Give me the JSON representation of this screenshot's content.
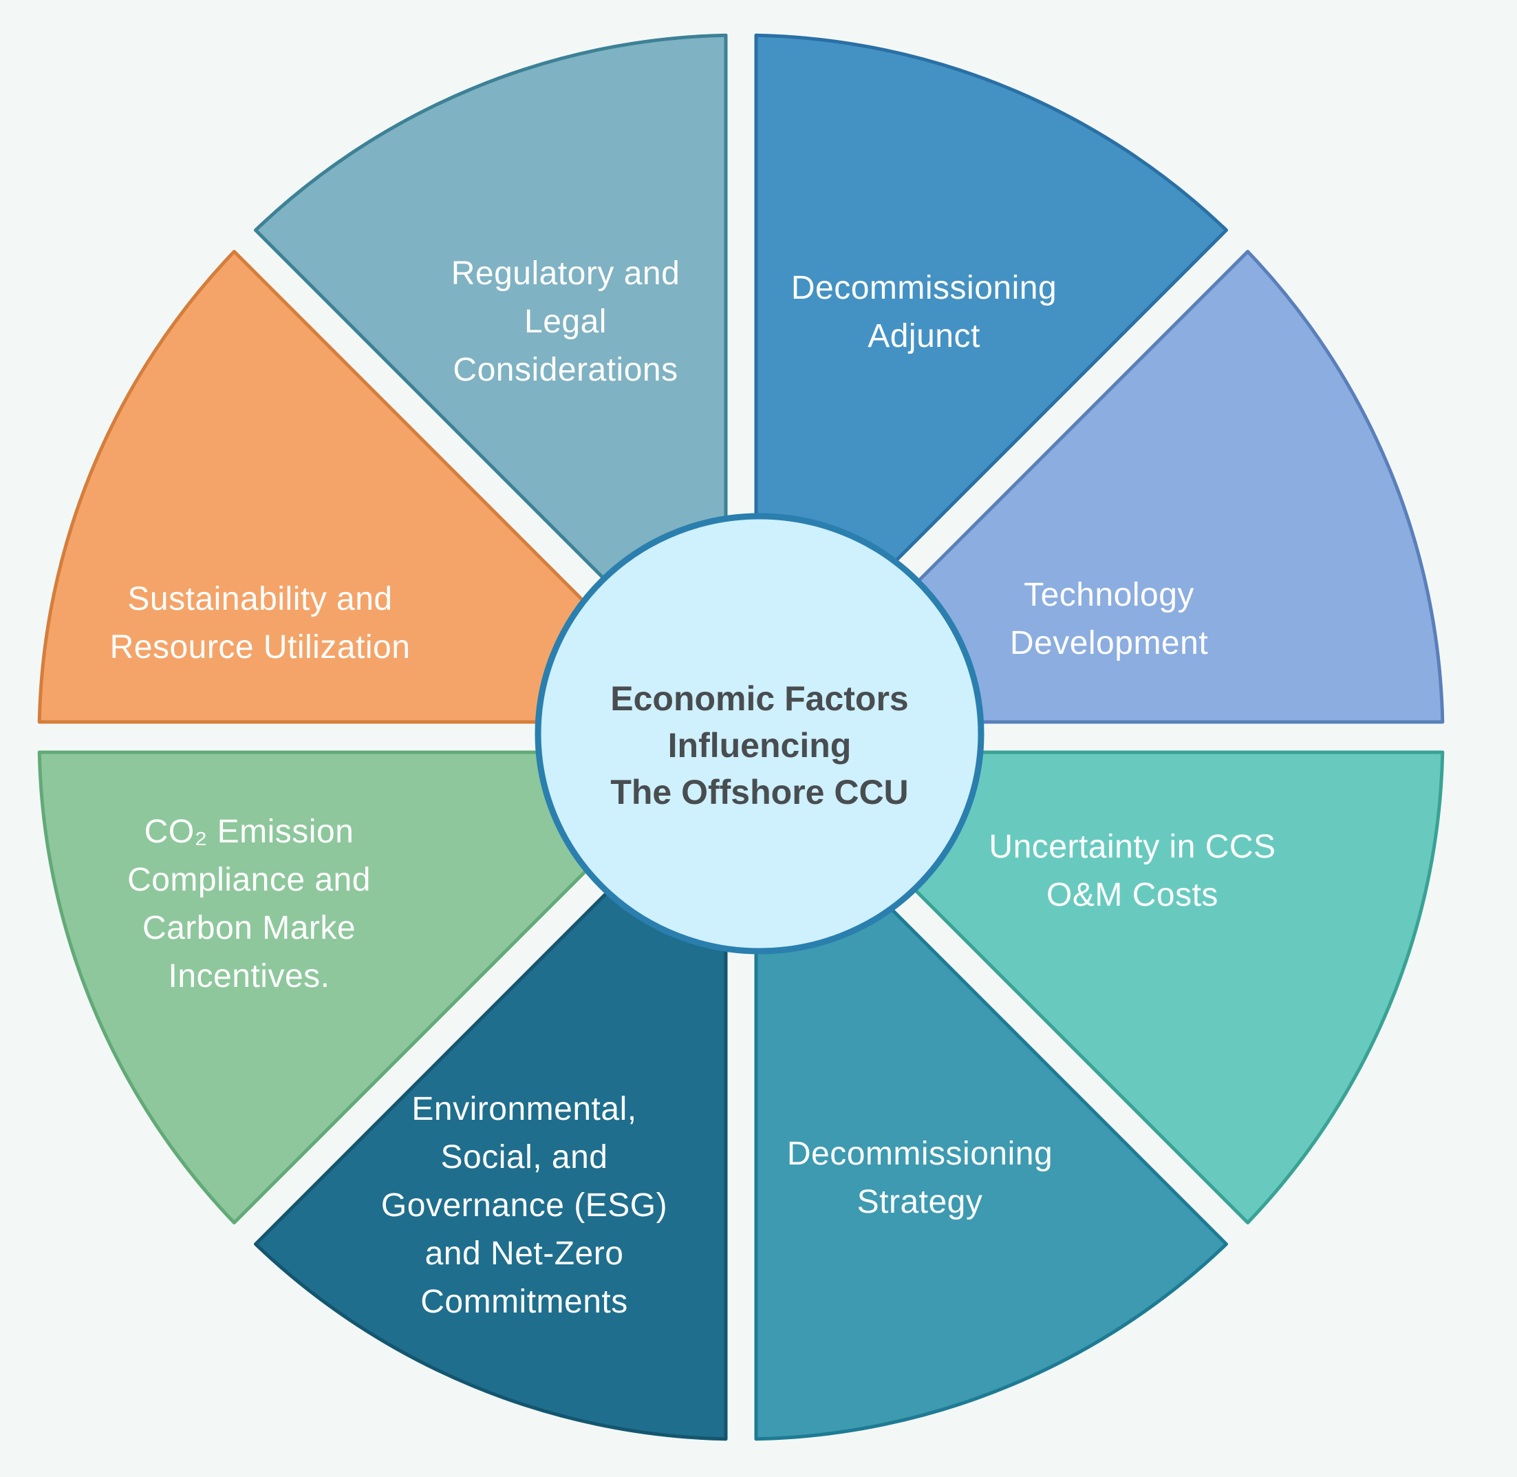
{
  "page": {
    "background_color": "#f3f8f7"
  },
  "wheel": {
    "center": {
      "title": "Economic Factors\nInfluencing\nThe Offshore CCU",
      "fill_color": "#cff0fd",
      "border_color": "#2a7fae",
      "title_color": "#484d50"
    },
    "segments": [
      {
        "id": "decommissioning-adjunct",
        "label": "Decommissioning\nAdjunct",
        "fill_color": "#4492c3",
        "border_color": "#2a70a5",
        "text_color": "#ffffff",
        "position": "top-right"
      },
      {
        "id": "technology-development",
        "label": "Technology\nDevelopment",
        "fill_color": "#8cade0",
        "border_color": "#5a7fba",
        "text_color": "#ffffff",
        "position": "right-upper"
      },
      {
        "id": "uncertainty-ccs-om-costs",
        "label": "Uncertainty in CCS\nO&M Costs",
        "fill_color": "#68cabf",
        "border_color": "#3aa295",
        "text_color": "#ffffff",
        "position": "right-lower"
      },
      {
        "id": "decommissioning-strategy",
        "label": "Decommissioning\nStrategy",
        "fill_color": "#3d9ab0",
        "border_color": "#1e7b94",
        "text_color": "#ffffff",
        "position": "bottom-right"
      },
      {
        "id": "esg-net-zero-commitments",
        "label": "Environmental,\nSocial, and\nGovernance (ESG)\nand Net-Zero\nCommitments",
        "fill_color": "#1f6e8d",
        "border_color": "#14566f",
        "text_color": "#ffffff",
        "position": "bottom-left"
      },
      {
        "id": "co2-emission-compliance",
        "label": "CO₂ Emission\nCompliance and\nCarbon Marke\nIncentives.",
        "fill_color": "#8ec79c",
        "border_color": "#62aa78",
        "text_color": "#ffffff",
        "position": "left-lower"
      },
      {
        "id": "sustainability-resource",
        "label": "Sustainability and\nResource Utilization",
        "fill_color": "#f4a469",
        "border_color": "#d57e3c",
        "text_color": "#ffffff",
        "position": "left-upper"
      },
      {
        "id": "regulatory-legal",
        "label": "Regulatory and\nLegal\nConsiderations",
        "fill_color": "#7fb2c2",
        "border_color": "#3d8196",
        "text_color": "#ffffff",
        "position": "top-left"
      }
    ]
  }
}
